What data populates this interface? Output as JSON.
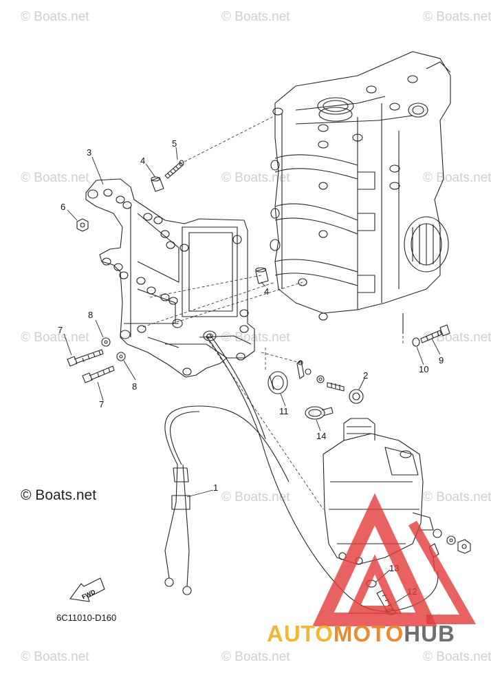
{
  "watermark_text": "© Boats.net",
  "copyright_text": "© Boats.net",
  "diagram_code": "6C11010-D160",
  "fwd_text": "FWD",
  "callouts": [
    "3",
    "4",
    "5",
    "6",
    "8",
    "7",
    "7",
    "8",
    "4",
    "2",
    "11",
    "14",
    "1",
    "10",
    "9",
    "13",
    "12"
  ],
  "logo": {
    "part1": "AUTO",
    "part2": "MOTO",
    "part3": "HUB"
  },
  "colors": {
    "line": "#222222",
    "watermark": "#cfcfcf",
    "logo_triangle": "#e23b3b",
    "logo_auto": "#f2b632",
    "logo_moto": "#ea8a30",
    "logo_hub": "#6f6f6f"
  }
}
